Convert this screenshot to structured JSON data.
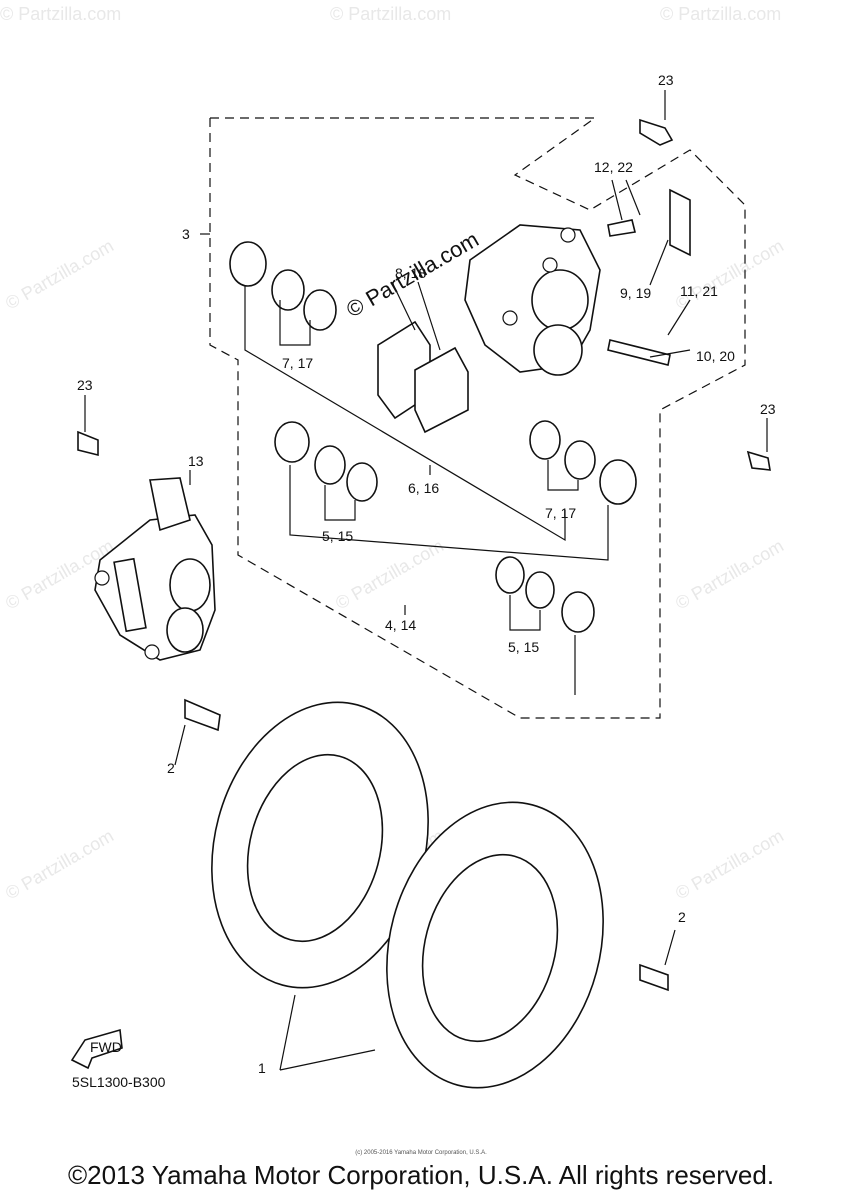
{
  "watermark": "© Partzilla.com",
  "diagram_code": "5SL1300-B300",
  "fwd_label": "FWD",
  "callouts": {
    "c1": "1",
    "c2a": "2",
    "c2b": "2",
    "c3": "3",
    "c4_14": "4, 14",
    "c5_15a": "5, 15",
    "c5_15b": "5, 15",
    "c6_16": "6, 16",
    "c7_17a": "7, 17",
    "c7_17b": "7, 17",
    "c8_18": "8, 18",
    "c9_19": "9, 19",
    "c10_20": "10, 20",
    "c11_21": "11, 21",
    "c12_22": "12, 22",
    "c13": "13",
    "c23a": "23",
    "c23b": "23",
    "c23c": "23"
  },
  "small_copyright": "(c) 2005-2016 Yamaha Motor Corporation, U.S.A.",
  "copyright": "©2013 Yamaha Motor Corporation, U.S.A. All rights reserved."
}
